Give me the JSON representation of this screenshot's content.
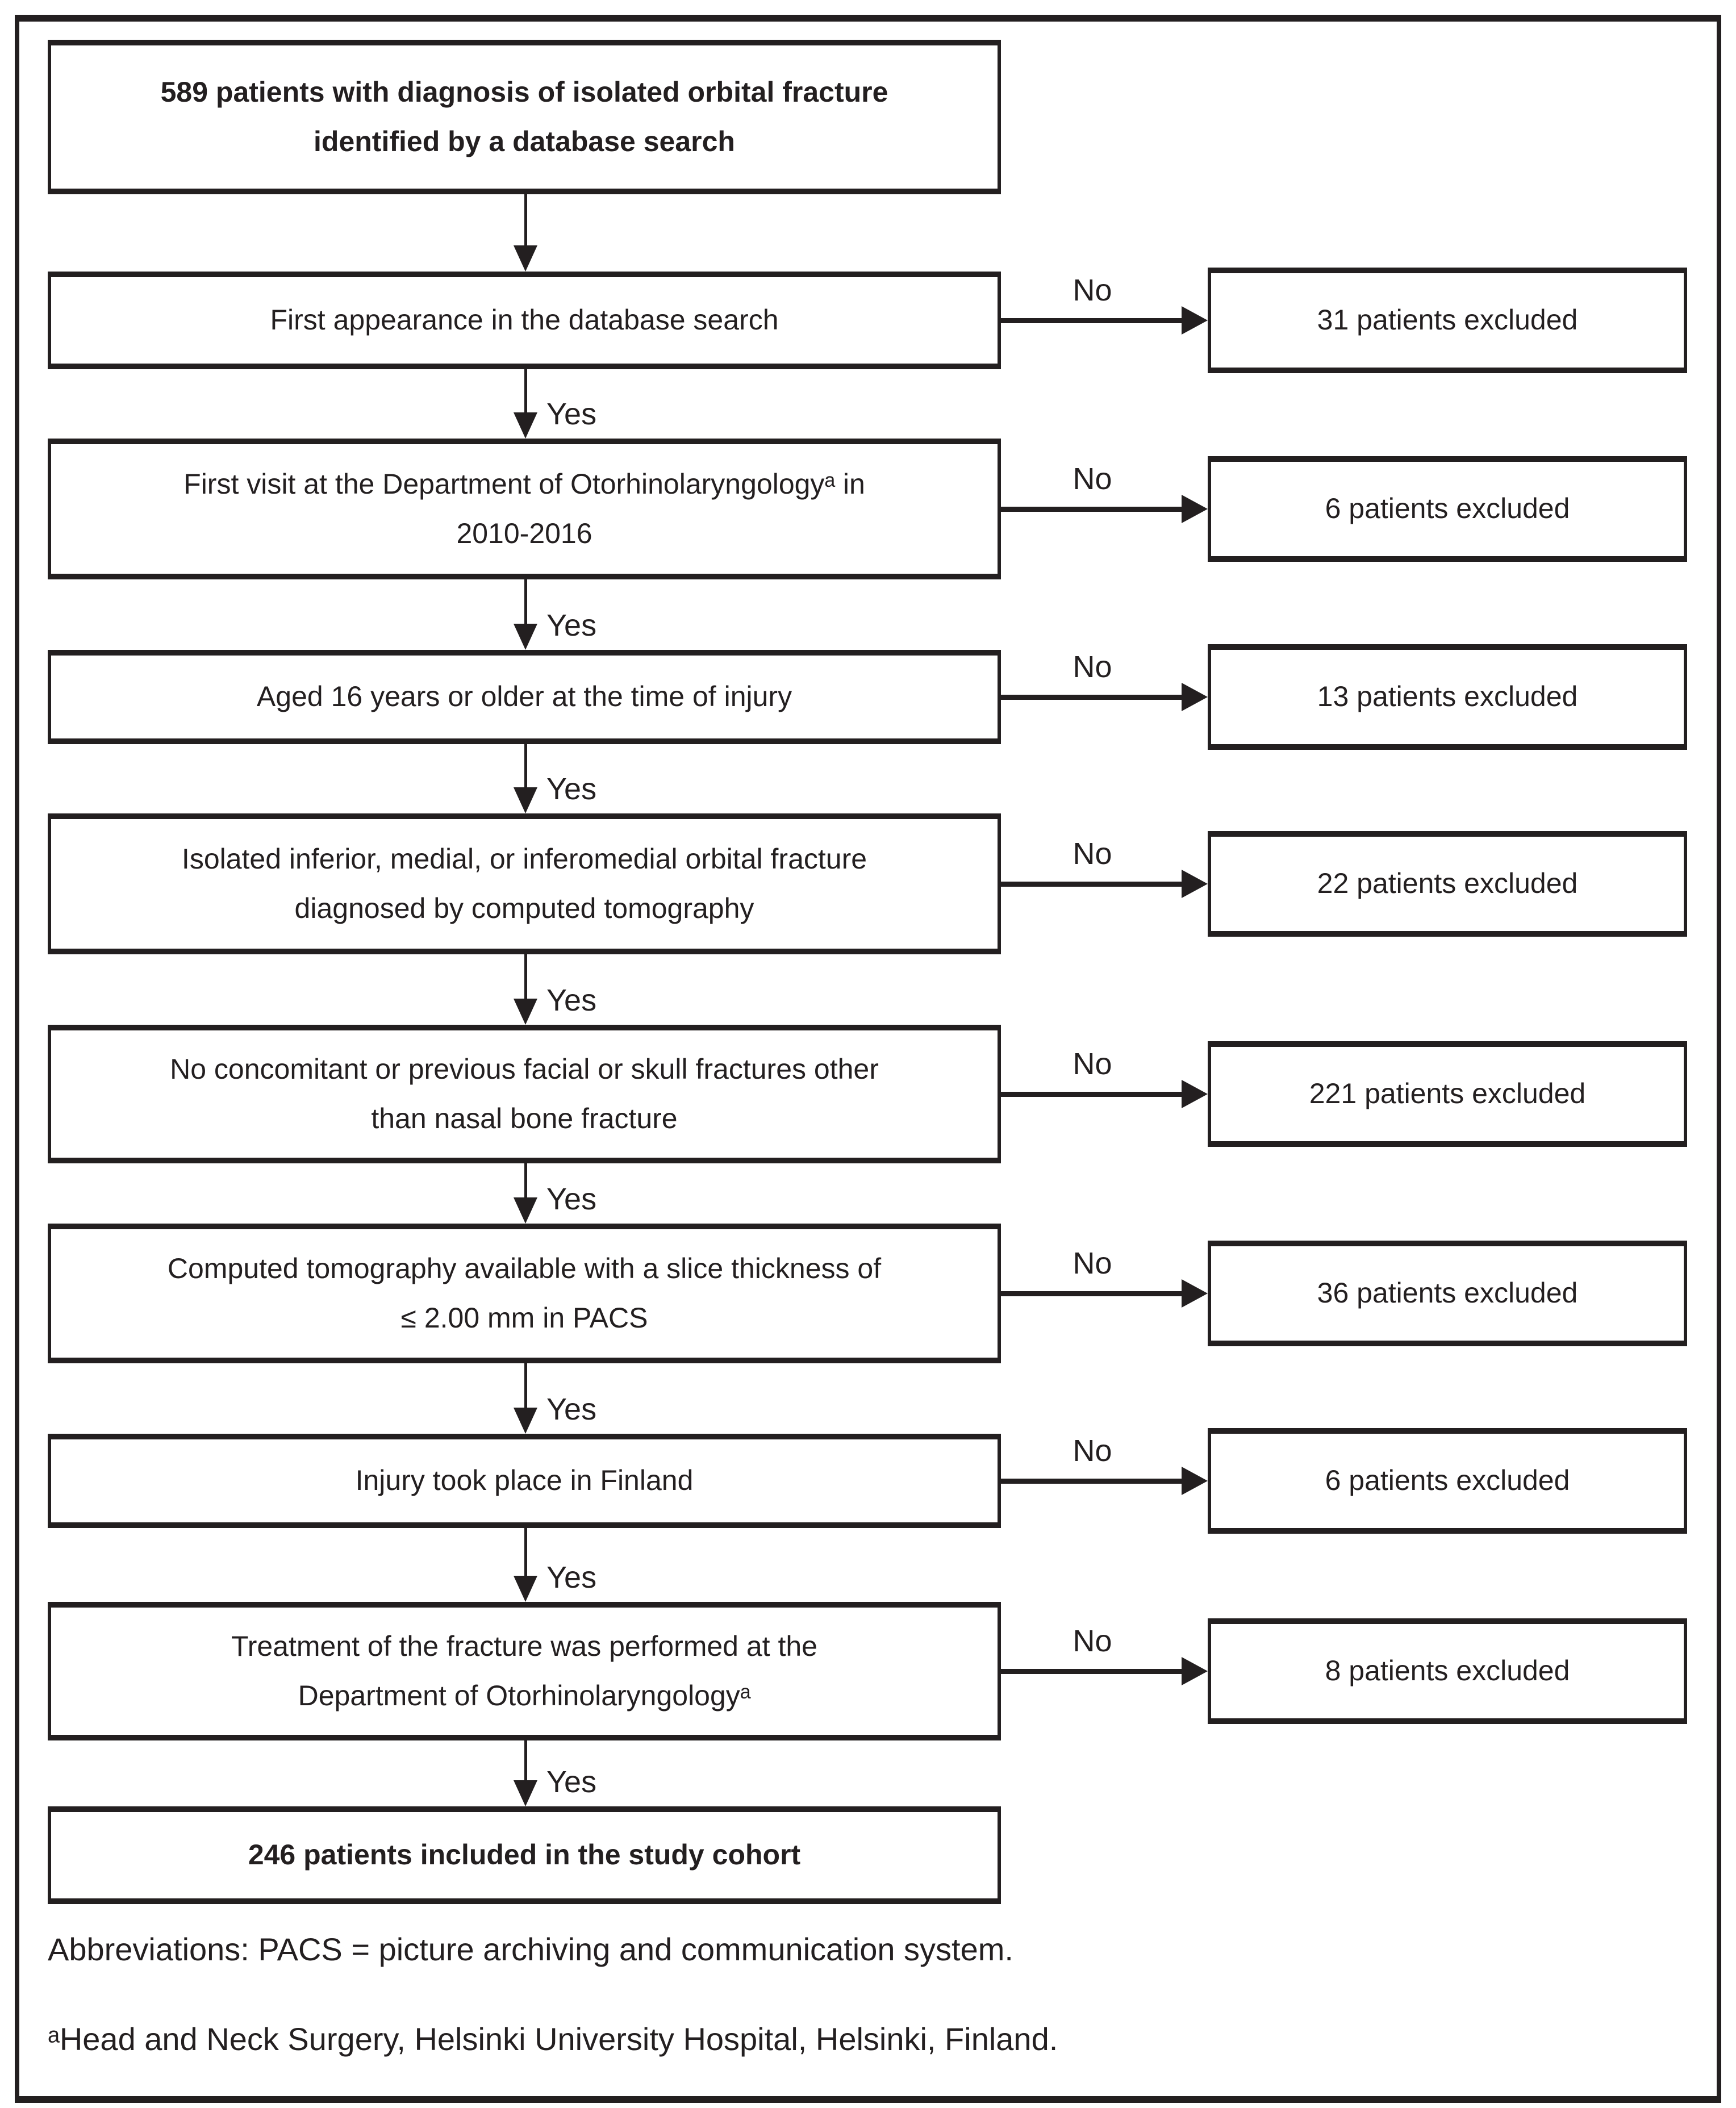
{
  "figure": {
    "type": "patient-selection-flowchart",
    "colors": {
      "ink": "#231f20",
      "background": "#ffffff"
    },
    "labels": {
      "yes": "Yes",
      "no": "No"
    },
    "steps": [
      {
        "name": "identified",
        "text": "589 patients with diagnosis of isolated orbital fracture\nidentified by a database search",
        "emphasis": "bold"
      },
      {
        "name": "first-appearance",
        "text": "First appearance in the database search",
        "excluded": "31 patients excluded"
      },
      {
        "name": "first-visit",
        "text": "First visit at the Department of Otorhinolaryngologyᵃ in\n2010-2016",
        "excluded": "6 patients excluded"
      },
      {
        "name": "age",
        "text": "Aged 16 years or older at the time of injury",
        "excluded": "13 patients excluded"
      },
      {
        "name": "fracture-type",
        "text": "Isolated inferior, medial, or inferomedial orbital fracture\ndiagnosed by computed tomography",
        "excluded": "22 patients excluded"
      },
      {
        "name": "no-other-fractures",
        "text": "No concomitant or previous facial or skull fractures other\nthan nasal bone fracture",
        "excluded": "221 patients excluded"
      },
      {
        "name": "ct-available",
        "text": "Computed tomography available with a slice thickness of\n≤ 2.00 mm in PACS",
        "excluded": "36 patients excluded"
      },
      {
        "name": "injury-in-finland",
        "text": "Injury took place in Finland",
        "excluded": "6 patients excluded"
      },
      {
        "name": "treatment",
        "text": "Treatment of the fracture was performed at the\nDepartment of Otorhinolaryngologyᵃ",
        "excluded": "8 patients excluded"
      },
      {
        "name": "included",
        "text": "246 patients included in the study cohort",
        "emphasis": "bold"
      }
    ],
    "footnotes": {
      "abbreviations": "Abbreviations: PACS = picture archiving and communication system.",
      "affiliation": "ᵃHead and Neck Surgery, Helsinki University Hospital, Helsinki, Finland."
    }
  }
}
